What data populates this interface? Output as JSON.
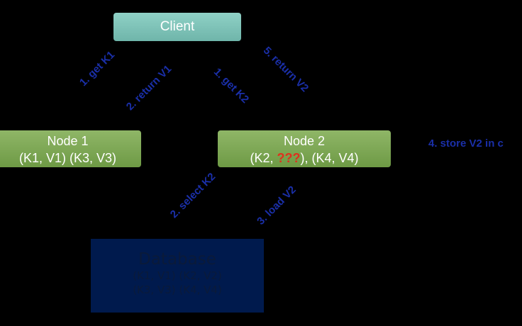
{
  "client": {
    "label": "Client"
  },
  "node1": {
    "title": "Node 1",
    "entries": "(K1, V1) (K3, V3)"
  },
  "node2": {
    "title": "Node 2",
    "entry_prefix": "(K2, ",
    "entry_unknown": "???",
    "entry_suffix": "), (K4, V4)"
  },
  "database": {
    "title": "Database",
    "row1": "(K1, V1) (K2, V2)",
    "row2": "(K3, V3) (K4, V4)"
  },
  "labels": {
    "get_k1": "1. get K1",
    "return_v1": "2. return V1",
    "get_k2": "1. get K2",
    "return_v2": "5. return V2",
    "select_k2": "2. select K2",
    "load_v2": "3. load V2",
    "store_v2": "4. store V2 in c"
  },
  "colors": {
    "client": "#7fc4b8",
    "node": "#7ea756",
    "database": "#001a4d",
    "label": "#1a2fa8",
    "unknown": "#e0301e"
  }
}
